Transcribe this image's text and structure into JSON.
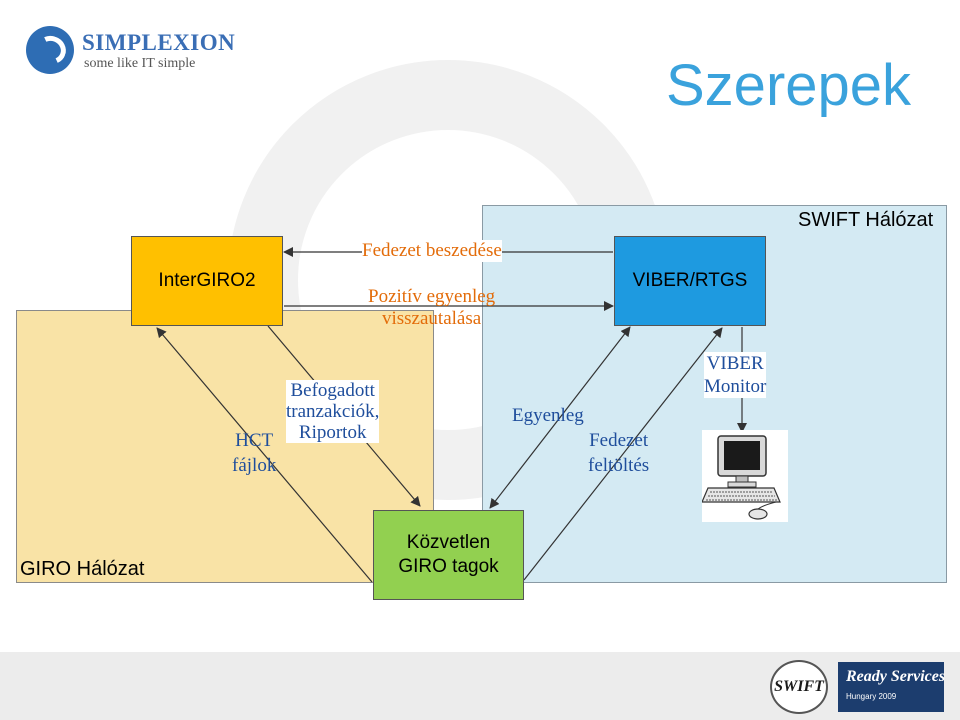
{
  "logo": {
    "name": "SIMPLEXION",
    "tagline": "some like IT simple"
  },
  "title": "Szerepek",
  "regions": {
    "swift": "SWIFT Hálózat",
    "giro": "GIRO Hálózat"
  },
  "boxes": {
    "intergiro": "InterGIRO2",
    "viber": "VIBER/RTGS",
    "kozvetlen_line1": "Közvetlen",
    "kozvetlen_line2": "GIRO tagok"
  },
  "labels": {
    "fedezet_beszedese": "Fedezet beszedése",
    "pozitiv_line1": "Pozitív egyenleg",
    "pozitiv_line2": "visszautalása",
    "befogadott_line1": "Befogadott",
    "befogadott_line2": "tranzakciók,",
    "befogadott_line3": "Riportok",
    "hct_line1": "HCT",
    "hct_line2": "fájlok",
    "egyenleg": "Egyenleg",
    "fedezet_line1": "Fedezet",
    "fedezet_line2": "feltöltés",
    "viber_monitor_line1": "VIBER",
    "viber_monitor_line2": "Monitor"
  },
  "footer": {
    "swift_logo_text": "SWIFT",
    "ready_services": "Ready Services",
    "hungary": "Hungary 2009"
  },
  "colors": {
    "title": "#3aa2dc",
    "intergiro": "#ffc000",
    "viber": "#1e9ae0",
    "kozvetlen": "#92d050",
    "swift_region": "#d4eaf3",
    "giro_region": "#f9e3a6",
    "orange_text": "#e36c0a",
    "blue_text": "#1f4e9c"
  }
}
